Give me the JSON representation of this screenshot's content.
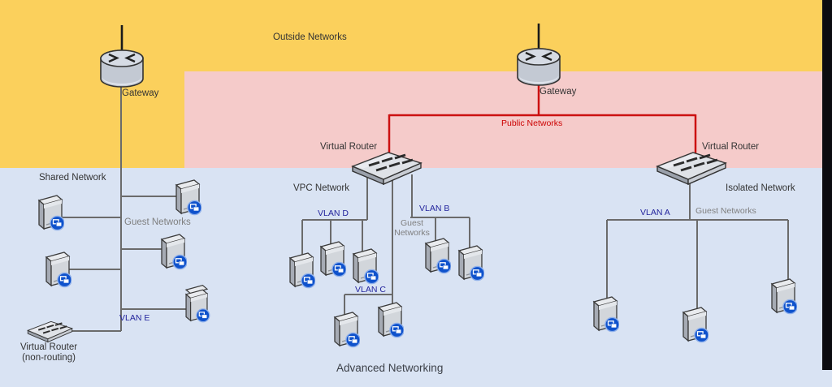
{
  "diagram": {
    "title": "Advanced Networking",
    "zones": {
      "outside": {
        "label": "Outside Networks",
        "bg": "#fbd05c"
      },
      "public": {
        "label": "Public Networks",
        "bg": "#f5cbca",
        "label_color": "#cc0000"
      },
      "private": {
        "bg": "#d9e3f3"
      }
    },
    "left": {
      "gateway_label": "Gateway",
      "network_label": "Shared Network",
      "guest_label": "Guest Networks",
      "vlan_label": "VLAN E",
      "nonrouting_line1": "Virtual Router",
      "nonrouting_line2": "(non-routing)"
    },
    "center": {
      "router_label": "Virtual Router",
      "network_label": "VPC Network",
      "vlan_d": "VLAN D",
      "vlan_b": "VLAN B",
      "vlan_c": "VLAN C",
      "guest_label": "Guest Networks"
    },
    "right": {
      "gateway_label": "Gateway",
      "router_label": "Virtual Router",
      "network_label": "Isolated Network",
      "vlan_a": "VLAN A",
      "guest_label": "Guest Networks"
    },
    "colors": {
      "wire_gray": "#6b6b6b",
      "wire_red": "#cc1111",
      "vlan_text": "#23249d",
      "gray_text": "#7f7f7f",
      "instance_badge": "#0f52cc",
      "edge_strip": "#0c0c10"
    },
    "icons": {
      "gateway": "router-cylinder-icon",
      "virtual_router": "switch-icon",
      "server": "server-tower-icon",
      "badge": "vm-instance-badge-icon"
    }
  }
}
